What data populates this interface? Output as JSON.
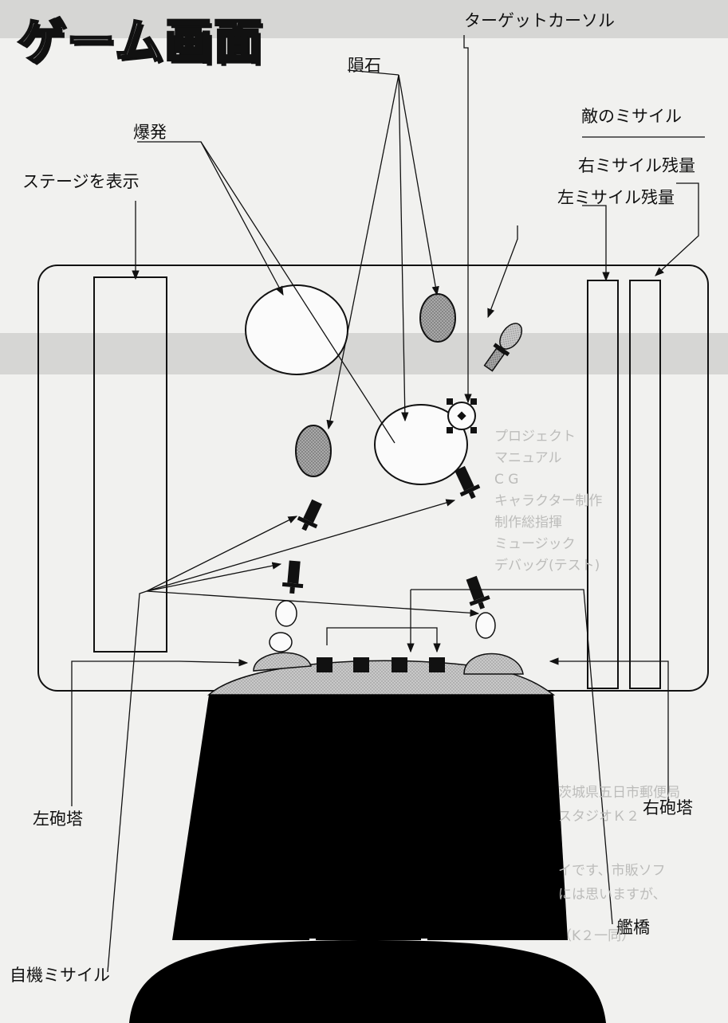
{
  "title": "ゲーム画面",
  "labels": {
    "target_cursor": "ターゲットカーソル",
    "meteor": "隕石",
    "enemy_missile": "敵のミサイル",
    "explosion": "爆発",
    "right_missile_remaining": "右ミサイル残量",
    "stage_display": "ステージを表示",
    "left_missile_remaining": "左ミサイル残量",
    "left_turret": "左砲塔",
    "right_turret": "右砲塔",
    "bridge": "艦橋",
    "player_missile": "自機ミサイル"
  }
}
